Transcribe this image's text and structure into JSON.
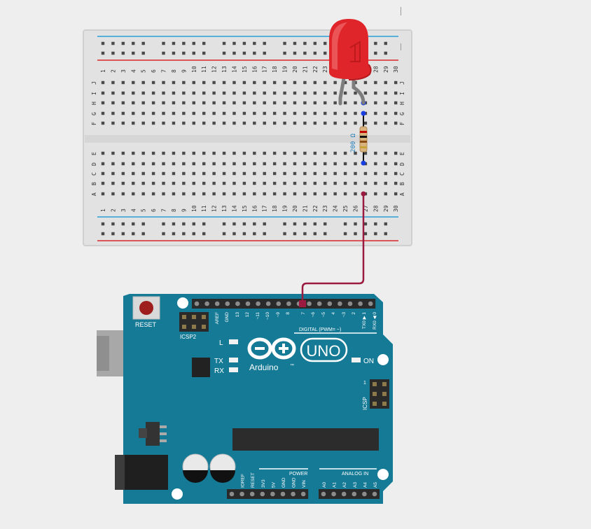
{
  "breadboard": {
    "columns": [
      "1",
      "2",
      "3",
      "4",
      "5",
      "6",
      "7",
      "8",
      "9",
      "10",
      "11",
      "12",
      "13",
      "14",
      "15",
      "16",
      "17",
      "18",
      "19",
      "20",
      "21",
      "22",
      "23",
      "24",
      "25",
      "26",
      "27",
      "28",
      "29",
      "30"
    ],
    "rows_top": [
      "J",
      "I",
      "H",
      "G",
      "F"
    ],
    "rows_bottom": [
      "E",
      "D",
      "C",
      "B",
      "A"
    ]
  },
  "resistor": {
    "label": "200 Ω"
  },
  "arduino": {
    "reset_label": "RESET",
    "icsp2_label": "ICSP2",
    "icsp_label": "ICSP",
    "icsp_pin1": "1",
    "logo_text": "Arduino",
    "tm": "™",
    "uno": "UNO",
    "l_label": "L",
    "tx_label": "TX",
    "rx_label": "RX",
    "on_label": "ON",
    "digital_label": "DIGITAL (PWM= ~)",
    "power_label": "POWER",
    "analog_label": "ANALOG IN",
    "digital_pins": [
      "AREF",
      "GND",
      "13",
      "12",
      "~11",
      "~10",
      "~9",
      "8",
      "7",
      "~6",
      "~5",
      "4",
      "~3",
      "2",
      "TX0 ▶ 1",
      "RX0 ◀ 0"
    ],
    "power_pins": [
      "IOREF",
      "RESET",
      "3V3",
      "5V",
      "GND",
      "GND",
      "VIN"
    ],
    "analog_pins": [
      "A0",
      "A1",
      "A2",
      "A3",
      "A4",
      "A5"
    ]
  },
  "colors": {
    "background": "#eeeeee",
    "breadboard": "#e3e3e3",
    "rail_blue": "#2a9ed6",
    "rail_red": "#d9282b",
    "led": "#e0252a",
    "arduino_pcb": "#157a96",
    "wire": "#9b1a3f",
    "node": "#1a3fe0"
  }
}
